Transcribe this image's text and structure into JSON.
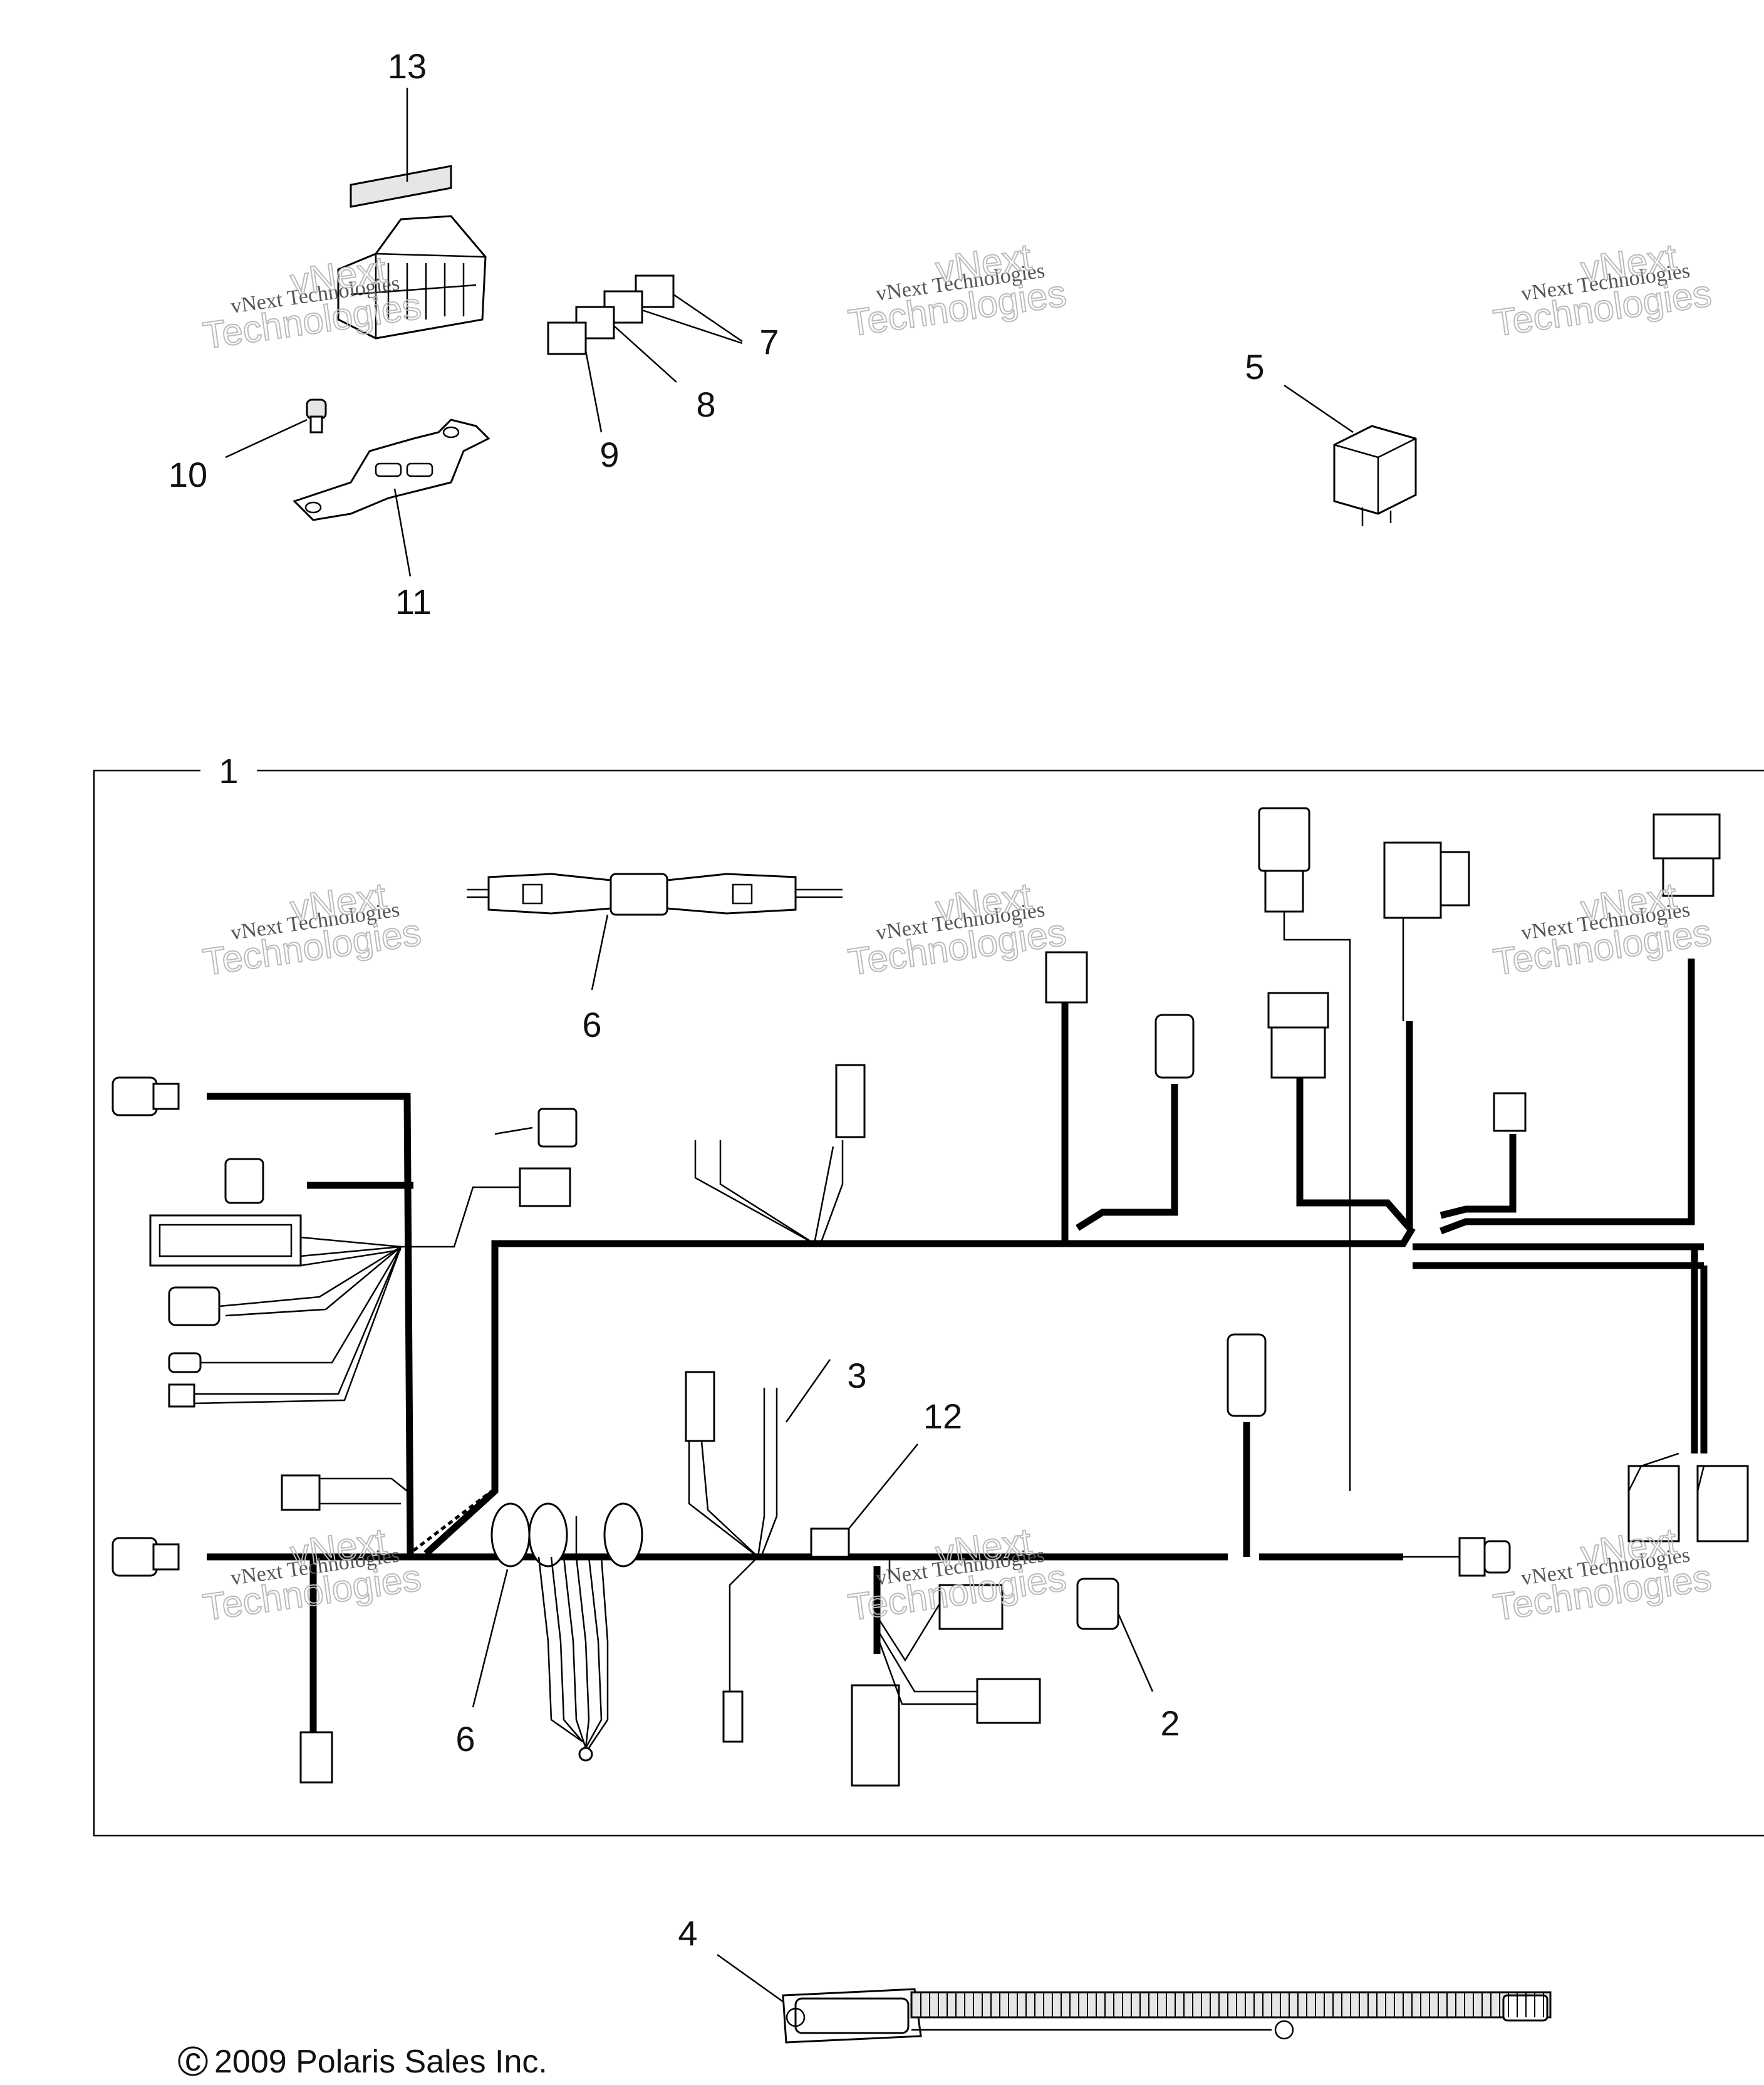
{
  "diagram": {
    "callouts": {
      "c1": "1",
      "c2": "2",
      "c3": "3",
      "c4": "4",
      "c5": "5",
      "c6a": "6",
      "c6b": "6",
      "c7": "7",
      "c8": "8",
      "c9": "9",
      "c10": "10",
      "c11": "11",
      "c12": "12",
      "c13": "13"
    },
    "watermark": {
      "line1": "vNext Technologies",
      "line2": "vNext",
      "line3": "Technologies"
    },
    "copyright": "2009 Polaris Sales Inc.",
    "copyright_symbol": "c"
  }
}
